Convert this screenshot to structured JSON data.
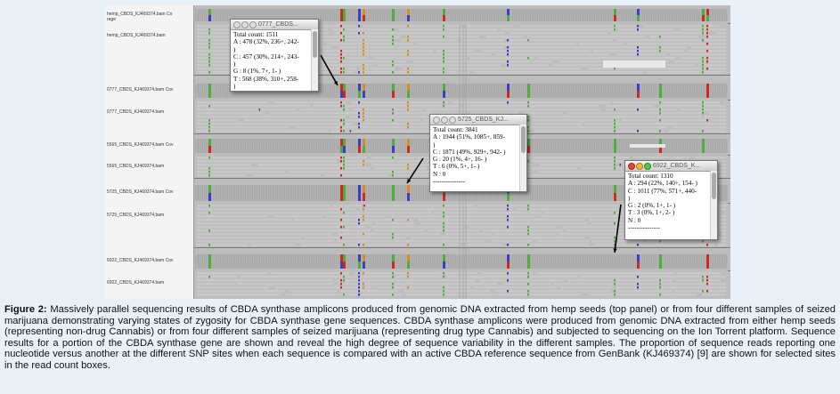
{
  "tracks": [
    {
      "label": "hemp_CBDS_KJ469374.bam Co",
      "kind": "coverage",
      "sub": "rage"
    },
    {
      "label": "hemp_CBDS_KJ469374.bam",
      "kind": "reads"
    },
    {
      "label": "0777_CBDS_KJ469374.bam Cov",
      "kind": "coverage"
    },
    {
      "label": "0777_CBDS_KJ469374.bam",
      "kind": "reads"
    },
    {
      "label": "5565_CBDS_KJ469374.bam Cov",
      "kind": "coverage"
    },
    {
      "label": "5565_CBDS_KJ469374.bam",
      "kind": "reads"
    },
    {
      "label": "5725_CBDS_KJ469374.bam Cov",
      "kind": "coverage"
    },
    {
      "label": "5725_CBDS_KJ469374.bam",
      "kind": "reads"
    },
    {
      "label": "6922_CBDS_KJ469374.bam Cov",
      "kind": "coverage"
    },
    {
      "label": "6922_CBDS_KJ469374.bam",
      "kind": "reads"
    }
  ],
  "popups": [
    {
      "title": "0777_CBDS...",
      "lines": [
        "Total count: 1511",
        "A : 478 (32%, 236+, 242-",
        ")",
        "C : 457 (30%, 214+, 243-",
        ")",
        "G : 8 (1%, 7+, 1- )",
        "T : 568 (38%, 310+, 258-",
        ")"
      ],
      "dots": "gray"
    },
    {
      "title": "5725_CBDS_KJ...",
      "lines": [
        "Total count: 3841",
        "A : 1944 (51%, 1085+, 859-",
        ")",
        "C : 1871 (49%, 929+, 942- )",
        "G : 20 (1%, 4+, 16- )",
        "T : 6 (0%, 5+, 1- )",
        "N : 0",
        "---------------"
      ],
      "dots": "gray"
    },
    {
      "title": "6922_CBDS_K...",
      "lines": [
        "Total count: 1310",
        "A : 294 (22%, 140+, 154- )",
        "C : 1011 (77%, 571+, 440-",
        ")",
        "G : 2 (0%, 1+, 1- )",
        "T : 3 (0%, 1+, 2- )",
        "N : 0",
        "---------------"
      ],
      "dots": "color"
    }
  ],
  "caption": {
    "label": "Figure 2:",
    "text": " Massively parallel sequencing results of CBDA synthase amplicons produced from genomic DNA extracted from hemp seeds (top panel) or from four different samples of seized marijuana demonstrating varying states of zygosity for CBDA synthase gene sequences. CBDA synthase amplicons were produced from genomic DNA extracted from either hemp seeds (representing non-drug Cannabis) or from four different samples of seized marijuana (representing drug type Cannabis) and subjected to sequencing on the Ion Torrent platform. Sequence results for a portion of the CBDA synthase gene are shown and reveal the high degree of sequence variability in the different samples. The proportion of sequence reads reporting one nucleotide versus another at the different SNP sites when each sequence is compared with an active CBDA reference sequence from GenBank (KJ469374) [9] are shown for selected sites in the read count boxes."
  },
  "colors": {
    "A": "#4caf3c",
    "C": "#3b3bd0",
    "G": "#d98b1c",
    "T": "#d4281e",
    "read": "#c8c8c8",
    "coverage": "#a9a9a9"
  }
}
